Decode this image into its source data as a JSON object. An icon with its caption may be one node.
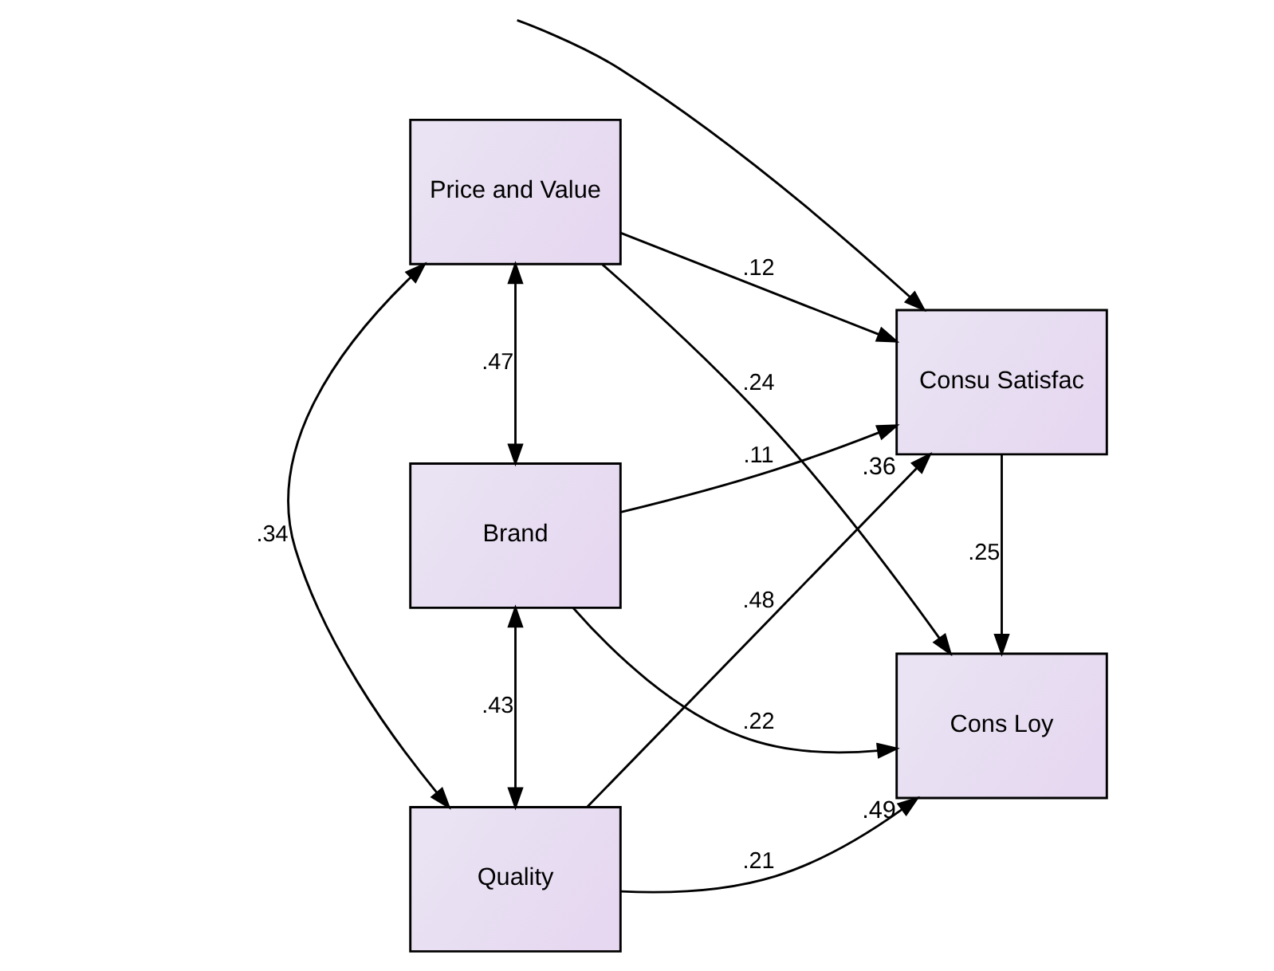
{
  "diagram": {
    "nodes": [
      {
        "text": [
          "Price and Value"
        ]
      },
      {
        "text": [
          "Brand"
        ]
      },
      {
        "text": [
          "Quality"
        ]
      },
      {
        "text": [
          "Consu Satisfac"
        ],
        "beside": [
          ".36"
        ]
      },
      {
        "text": [
          "Cons Loy"
        ],
        "beside": [
          ".49"
        ]
      }
    ],
    "edges": [
      {
        "from": 0,
        "to": 3,
        "arrow": "to",
        "label": ".12"
      },
      {
        "from": 0,
        "to": 4,
        "arrow": "to",
        "label": ".24"
      },
      {
        "from": 1,
        "to": 3,
        "arrow": "to",
        "label": ".11"
      },
      {
        "from": 1,
        "to": 4,
        "arrow": "to",
        "label": ".22"
      },
      {
        "from": 2,
        "to": 3,
        "arrow": "to",
        "label": ".48"
      },
      {
        "from": 2,
        "to": 4,
        "arrow": "to",
        "label": ".21"
      },
      {
        "from": 3,
        "to": 4,
        "arrow": "to",
        "label": ".25"
      },
      {
        "from": 0,
        "to": 1,
        "arrow": "both",
        "label": ".47"
      },
      {
        "from": 1,
        "to": 2,
        "arrow": "both",
        "label": ".43"
      },
      {
        "from": 0,
        "to": 2,
        "arrow": "both",
        "label": ".34"
      },
      {
        "from": null,
        "to": 3,
        "arrow": "to"
      }
    ]
  }
}
